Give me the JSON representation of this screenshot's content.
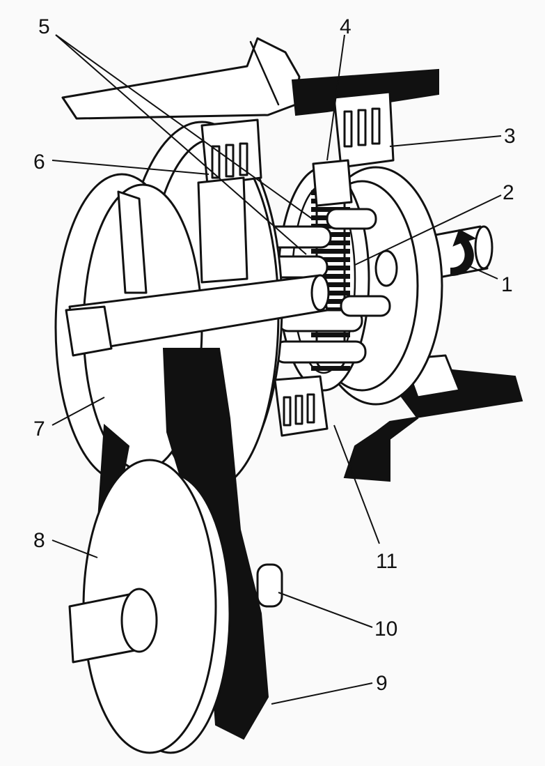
{
  "callouts": {
    "c1": "1",
    "c2": "2",
    "c3": "3",
    "c4": "4",
    "c5": "5",
    "c6": "6",
    "c7": "7",
    "c8": "8",
    "c9": "9",
    "c10": "10",
    "c11": "11"
  },
  "colors": {
    "ink": "#111111",
    "paper": "#fafafa"
  }
}
